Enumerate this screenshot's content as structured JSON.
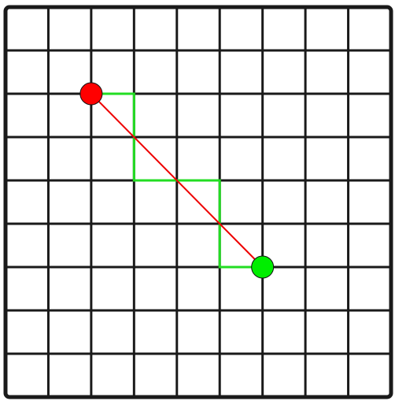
{
  "grid": {
    "columns": 9,
    "rows": 9,
    "line_color": "#1a1a1a",
    "background": "#ffffff"
  },
  "start_point": {
    "col": 2,
    "row": 2,
    "color": "#ff0000"
  },
  "end_point": {
    "col": 6,
    "row": 6,
    "color": "#00ee00"
  },
  "straight_path": {
    "color": "#ee0000"
  },
  "grid_path": {
    "color": "#22dd22",
    "nodes": [
      [
        2,
        2
      ],
      [
        3,
        2
      ],
      [
        3,
        4
      ],
      [
        5,
        4
      ],
      [
        5,
        6
      ],
      [
        6,
        6
      ]
    ]
  }
}
